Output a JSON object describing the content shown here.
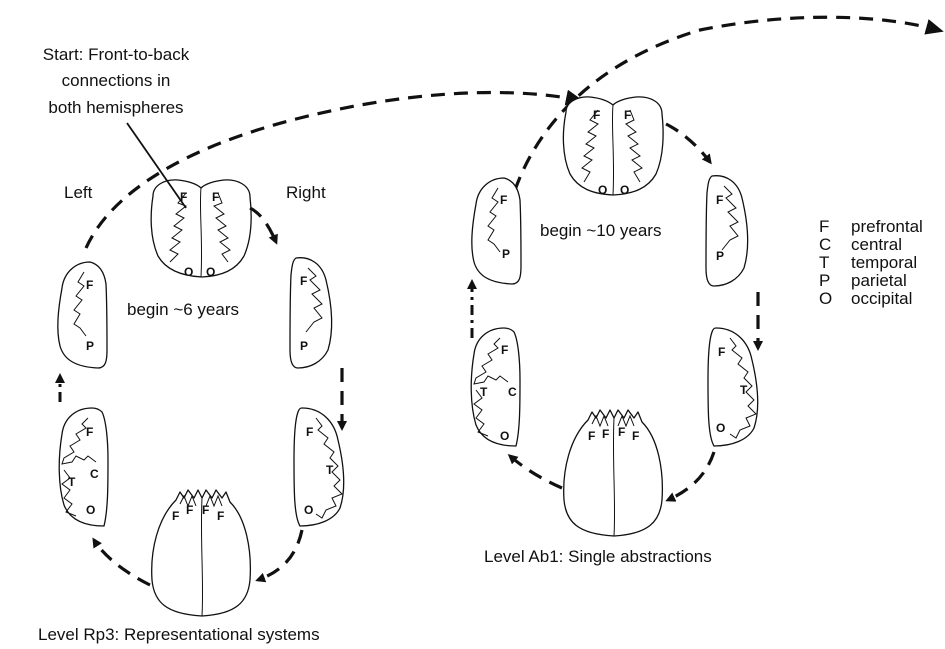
{
  "start_label": [
    "Start: Front-to-back",
    "connections in",
    "both hemispheres"
  ],
  "side_labels": {
    "left": "Left",
    "right": "Right"
  },
  "age_labels": {
    "rp3": "begin ~6 years",
    "ab1": "begin ~10 years"
  },
  "level_labels": {
    "rp3": "Level Rp3: Representational systems",
    "ab1": "Level Ab1: Single abstractions"
  },
  "region_letters": {
    "F": "F",
    "C": "C",
    "T": "T",
    "P": "P",
    "O": "O"
  },
  "legend": [
    {
      "letter": "F",
      "name": "prefrontal"
    },
    {
      "letter": "C",
      "name": "central"
    },
    {
      "letter": "T",
      "name": "temporal"
    },
    {
      "letter": "P",
      "name": "parietal"
    },
    {
      "letter": "O",
      "name": "occipital"
    }
  ]
}
